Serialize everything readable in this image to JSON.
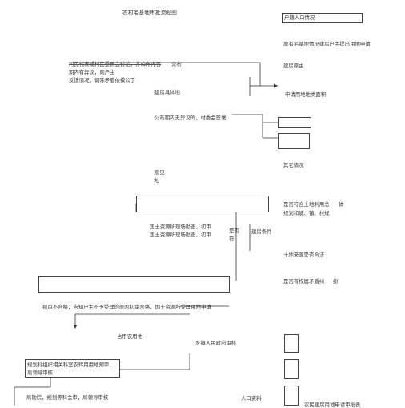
{
  "title": "农村宅基地审批流程图",
  "right_column": {
    "household_box": "户籍人口情况",
    "line_1": "原有宅基地情况建房户主提出用地申请",
    "line_2": "建房原由",
    "line_3": "申请用地地类面积",
    "line_4": "其它情况",
    "line_5a": "是否符合土地利用总",
    "line_5b": "体",
    "line_6": "规划和城、镇、村规",
    "line_7": "土地来源是否合法",
    "line_8a": "是否有权属矛盾纠",
    "line_8b": "纷",
    "bottom_cut": "农民建房用地申请审批表"
  },
  "left_column": {
    "village_line_1a": "村民代表或村民委员会讨论，并公布内容",
    "village_line_1b": "公布",
    "village_line_2": "期内有异议，向户主",
    "village_line_3": "反馈情况，调除矛盾依模公丁",
    "build_location": "建房具体地",
    "no_objection": "公布期内无异议的，村委会签署",
    "opinion_1": "意见",
    "opinion_2": "址",
    "land_1": "国土资源所现场勘查，初审",
    "land_2": "国土资源所现场勘查，初审",
    "whether_1": "是否",
    "whether_2": "符",
    "building_conditions": "建房条件",
    "reject_line": "初审不合格，告知户主不予受理的原因初审合格，国土资源所受理用地申请",
    "occupy_farmland": "占用农用地",
    "township_review": "乡镇人民政府审核",
    "planning_1": "规划科组织相关科室农转用用地预审，",
    "planning_2": "局领导审核",
    "bureau_meeting": "局勘院，规划等科会审，局领导审核",
    "household_materials": "人口资料"
  }
}
